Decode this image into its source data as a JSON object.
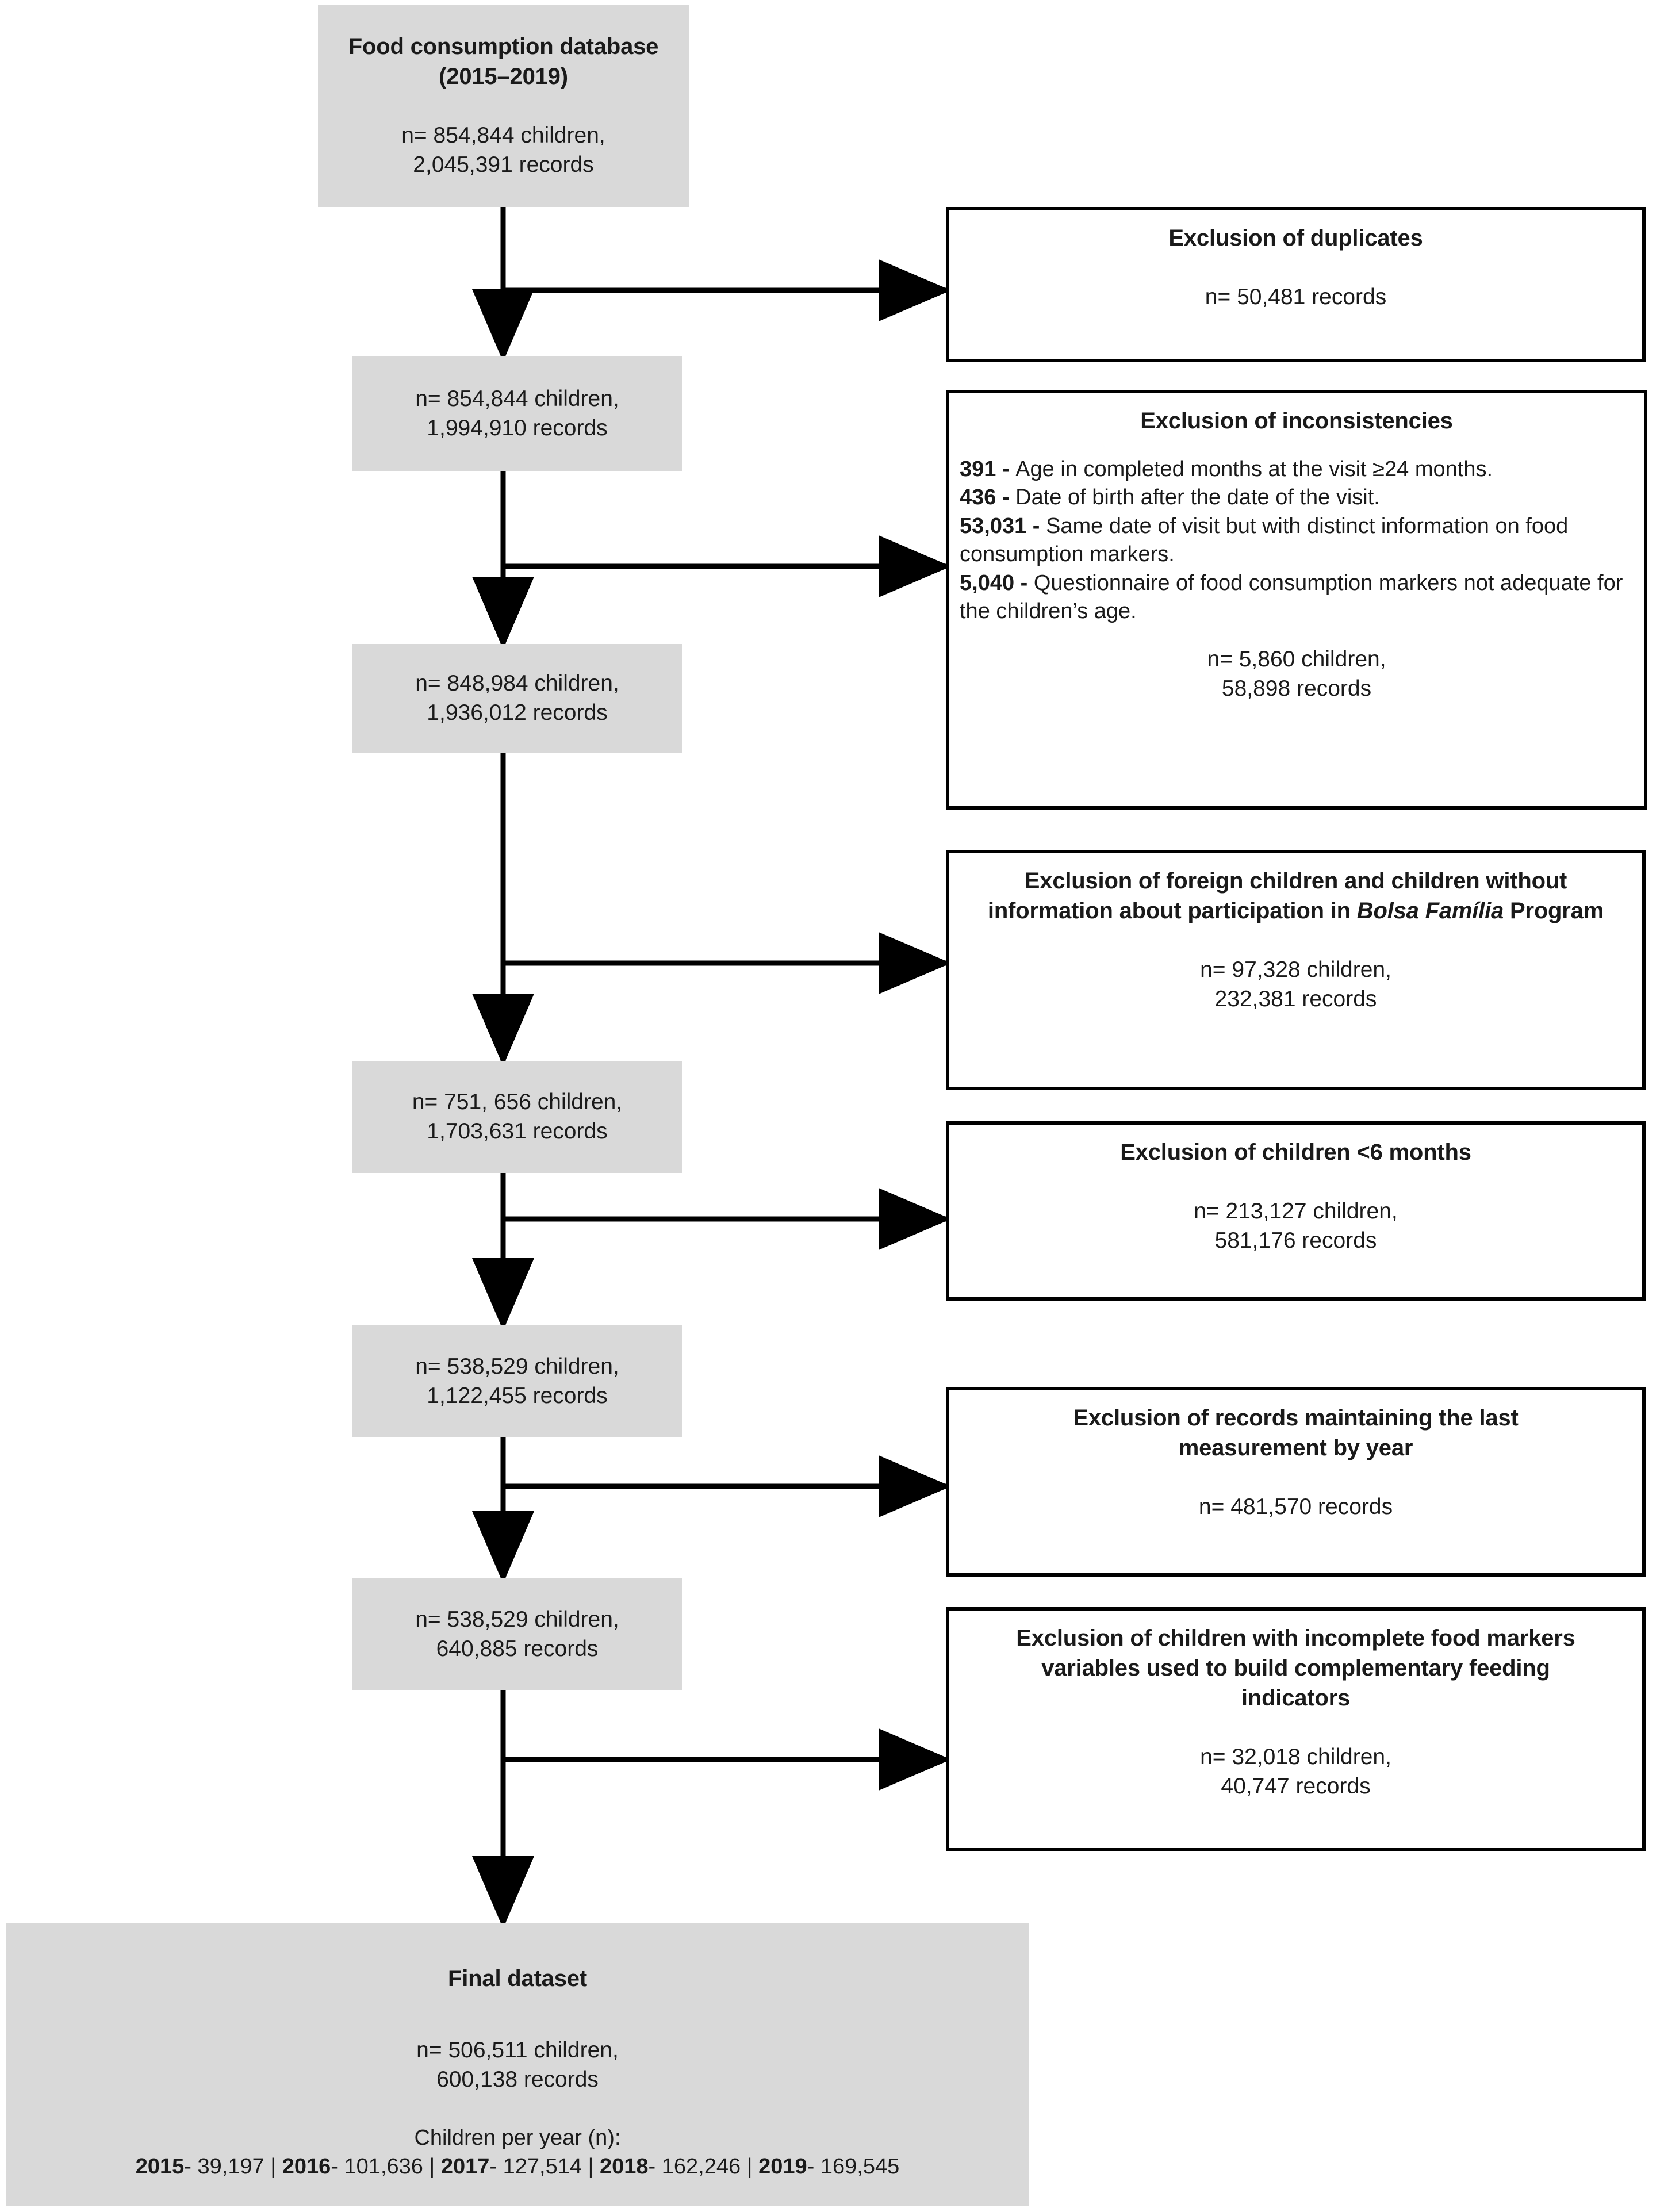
{
  "flow": {
    "title": "Study sample selection flowchart",
    "colors": {
      "node_fill": "#d9d9d9",
      "exclusion_border": "#000000",
      "exclusion_fill": "#ffffff",
      "connector": "#000000",
      "text": "#1a1a1a"
    }
  },
  "source_node": {
    "title": "Food consumption database\n(2015–2019)",
    "stats": "n= 854,844 children,\n2,045,391 records"
  },
  "stage_nodes": [
    {
      "stats": "n= 854,844 children,\n1,994,910 records"
    },
    {
      "stats": "n= 848,984 children,\n1,936,012 records"
    },
    {
      "stats": "n= 751, 656 children,\n1,703,631 records"
    },
    {
      "stats": "n= 538,529 children,\n1,122,455 records"
    },
    {
      "stats": "n= 538,529 children,\n640,885 records"
    }
  ],
  "exclusions": [
    {
      "title": "Exclusion of duplicates",
      "stats": "n=  50,481 records"
    },
    {
      "title": "Exclusion of inconsistencies",
      "reasons": [
        {
          "count": "391 - ",
          "text": "Age in completed months at the visit ≥24 months."
        },
        {
          "count": "436 - ",
          "text": "Date of birth after the date of the visit."
        },
        {
          "count": "53,031 - ",
          "text": "Same date of visit but with distinct information on food consumption markers."
        },
        {
          "count": "5,040 - ",
          "text": "Questionnaire of food consumption markers not adequate for the children’s age."
        }
      ],
      "stats": "n= 5,860 children,\n58,898 records"
    },
    {
      "title_pre": "Exclusion of foreign children and children without information about participation in ",
      "title_italic": "Bolsa Família",
      "title_post": " Program",
      "stats": "n= 97,328 children,\n232,381 records"
    },
    {
      "title": "Exclusion of children <6 months",
      "stats": "n= 213,127 children,\n581,176 records"
    },
    {
      "title": "Exclusion of records maintaining the last measurement by year",
      "stats": "n= 481,570 records"
    },
    {
      "title": "Exclusion of children with incomplete food markers variables used to build  complementary feeding indicators",
      "stats": "n= 32,018 children,\n40,747 records"
    }
  ],
  "final_node": {
    "title": "Final dataset",
    "stats": "n= 506,511 children,\n600,138 records",
    "per_year_label": "Children per year (n):",
    "per_year": [
      {
        "year": "2015",
        "sep": "- ",
        "value": "39,197"
      },
      {
        "year": "2016",
        "sep": "- ",
        "value": "101,636"
      },
      {
        "year": "2017",
        "sep": "- ",
        "value": "127,514"
      },
      {
        "year": "2018",
        "sep": "- ",
        "value": "162,246"
      },
      {
        "year": "2019",
        "sep": "- ",
        "value": "169,545"
      }
    ],
    "separator": " | "
  }
}
